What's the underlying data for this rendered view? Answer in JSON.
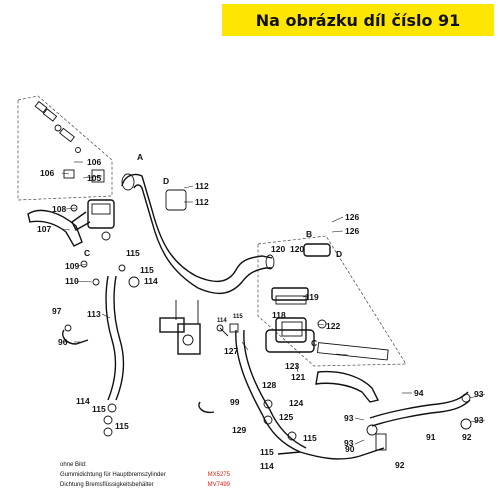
{
  "banner": {
    "text": "Na obrázku díl číslo 91",
    "color": "#ffe600"
  },
  "diagram": {
    "part_labels": [
      "106",
      "105",
      "108",
      "107",
      "109",
      "110",
      "113",
      "97",
      "96",
      "114",
      "115",
      "99",
      "112",
      "126",
      "120",
      "122",
      "119",
      "118",
      "121",
      "123",
      "124",
      "125",
      "127",
      "128",
      "129",
      "93",
      "94",
      "90",
      "91",
      "92"
    ],
    "callout_letters": [
      "A",
      "B",
      "C",
      "D"
    ],
    "bracket_labels": {
      "left_bracket": "115",
      "right_bracket": "114"
    }
  },
  "notes": {
    "heading": "ohne Bild:",
    "rows": [
      {
        "text": "Gummidichtung für Hauptbremszylinder",
        "code": "MX5275"
      },
      {
        "text": "Dichtung Bremsflüssigkeitsbehälter",
        "code": "MV7499"
      }
    ],
    "code_color": "#d21111"
  }
}
